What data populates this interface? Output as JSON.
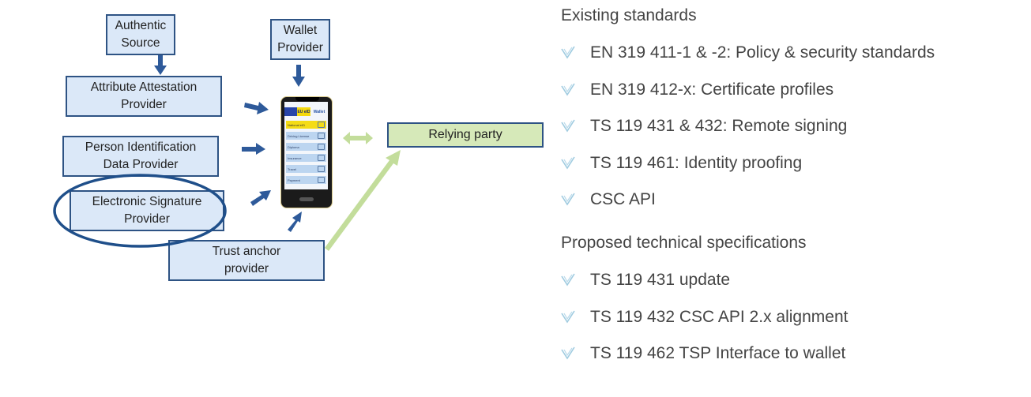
{
  "diagram": {
    "boxes": {
      "authentic_source": "Authentic\nSource",
      "wallet_provider": "Wallet\nProvider",
      "attribute_attestation_provider": "Attribute Attestation\nProvider",
      "person_identification_data_provider": "Person Identification\nData Provider",
      "electronic_signature_provider": "Electronic Signature\nProvider",
      "trust_anchor_provider": "Trust anchor\nprovider",
      "relying_party": "Relying party"
    },
    "phone": {
      "eu_label": "EU eID",
      "wallet_label": "Wallet",
      "cards": [
        "National eID",
        "Driving License",
        "Diploma",
        "Insurance",
        "Travel",
        "Payment"
      ]
    },
    "colors": {
      "box_fill": "#dbe8f8",
      "box_border": "#2e5384",
      "arrow_blue": "#2e5a9a",
      "arrow_green": "#c3dd9b",
      "relying_party_fill": "#d6e9b9",
      "highlight_ellipse": "#1f4f8a",
      "eu_yellow": "#f5d90c"
    }
  },
  "standards": {
    "existing_heading": "Existing standards",
    "existing": [
      "EN 319 411-1 & -2: Policy & security standards",
      "EN 319 412-x: Certificate profiles",
      "TS 119 431 & 432: Remote signing",
      "TS 119 461: Identity proofing",
      "CSC API"
    ],
    "proposed_heading": "Proposed technical specifications",
    "proposed": [
      "TS 119 431 update",
      "TS 119 432 CSC API 2.x alignment",
      "TS 119 462 TSP Interface to wallet"
    ],
    "bullet_icon": "check-chevron-icon"
  }
}
